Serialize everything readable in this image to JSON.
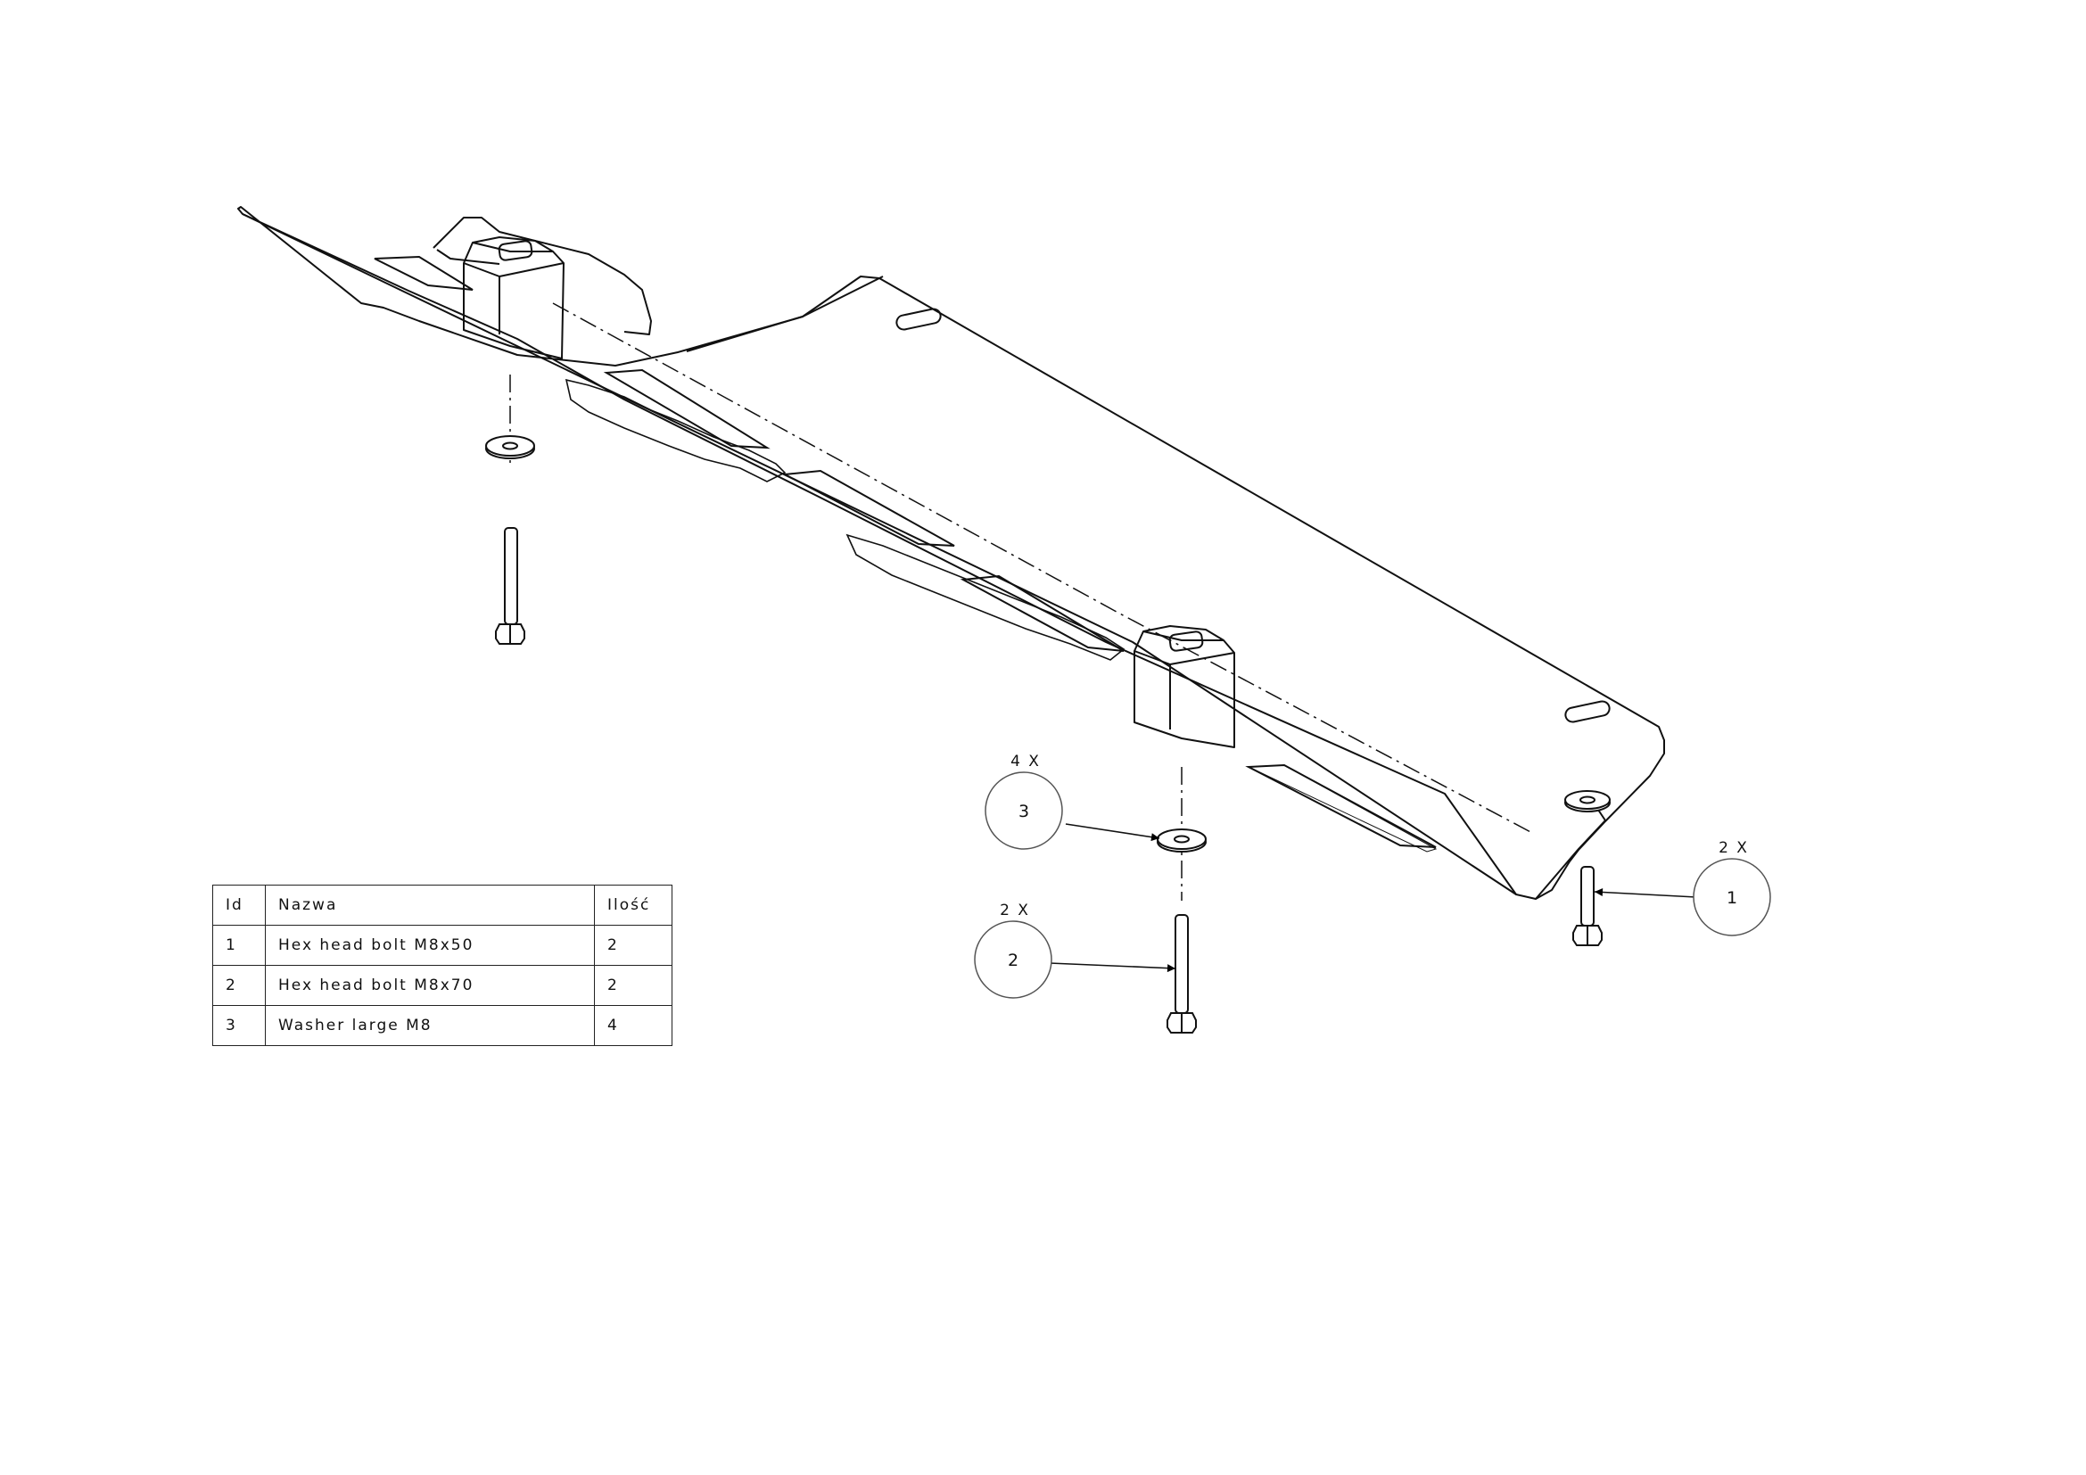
{
  "table": {
    "headers": {
      "id": "Id",
      "name": "Nazwa",
      "qty": "Ilość"
    },
    "rows": [
      {
        "id": "1",
        "name": "Hex head bolt M8x50",
        "qty": "2"
      },
      {
        "id": "2",
        "name": "Hex head bolt M8x70",
        "qty": "2"
      },
      {
        "id": "3",
        "name": "Washer large M8",
        "qty": "4"
      }
    ]
  },
  "callouts": [
    {
      "number": "1",
      "quantity": "2 X"
    },
    {
      "number": "2",
      "quantity": "2 X"
    },
    {
      "number": "3",
      "quantity": "4 X"
    }
  ]
}
